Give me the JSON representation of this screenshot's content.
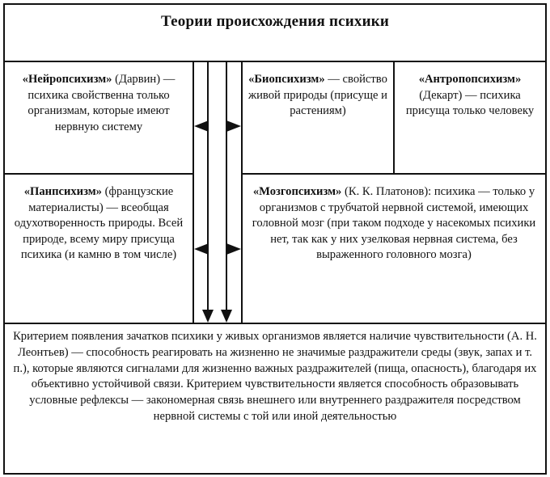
{
  "title": "Теории происхождения психики",
  "theories": {
    "neuro": {
      "name": "«Нейропсихизм»",
      "text": " (Дарвин) — психика свойственна только организмам, которые имеют нервную систему"
    },
    "bio": {
      "name": "«Биопсихизм»",
      "text": " — свойство живой природы (присуще и растениям)"
    },
    "anthropo": {
      "name": "«Антропопсихизм»",
      "text": " (Декарт) — психика присуща только человеку"
    },
    "pan": {
      "name": "«Панпсихизм»",
      "text": " (французские материалисты) — всеобщая одухотворенность природы. Всей природе, всему миру присуща психика (и камню в том числе)"
    },
    "brain": {
      "name": "«Мозгопсихизм»",
      "text": " (К. К. Платонов): психика — только у организмов с трубчатой нервной системой, имеющих головной мозг (при таком подходе у насекомых психики нет, так как у них узелковая нервная система, без выраженного головного мозга)"
    }
  },
  "criterion": "Критерием появления зачатков психики у живых организмов является наличие чувствительности (А. Н. Леонтьев) — способность реагировать на жизненно не значимые раздражители среды (звук, запах и т. п.), которые являются сигналами для жизненно важных раздражителей (пища, опасность), благодаря их объективно устойчивой связи. Критерием чувствительности является способность образовывать условные рефлексы — закономерная связь внешнего или внутреннего раздражителя посредством нервной системы с той или иной деятельностью"
}
